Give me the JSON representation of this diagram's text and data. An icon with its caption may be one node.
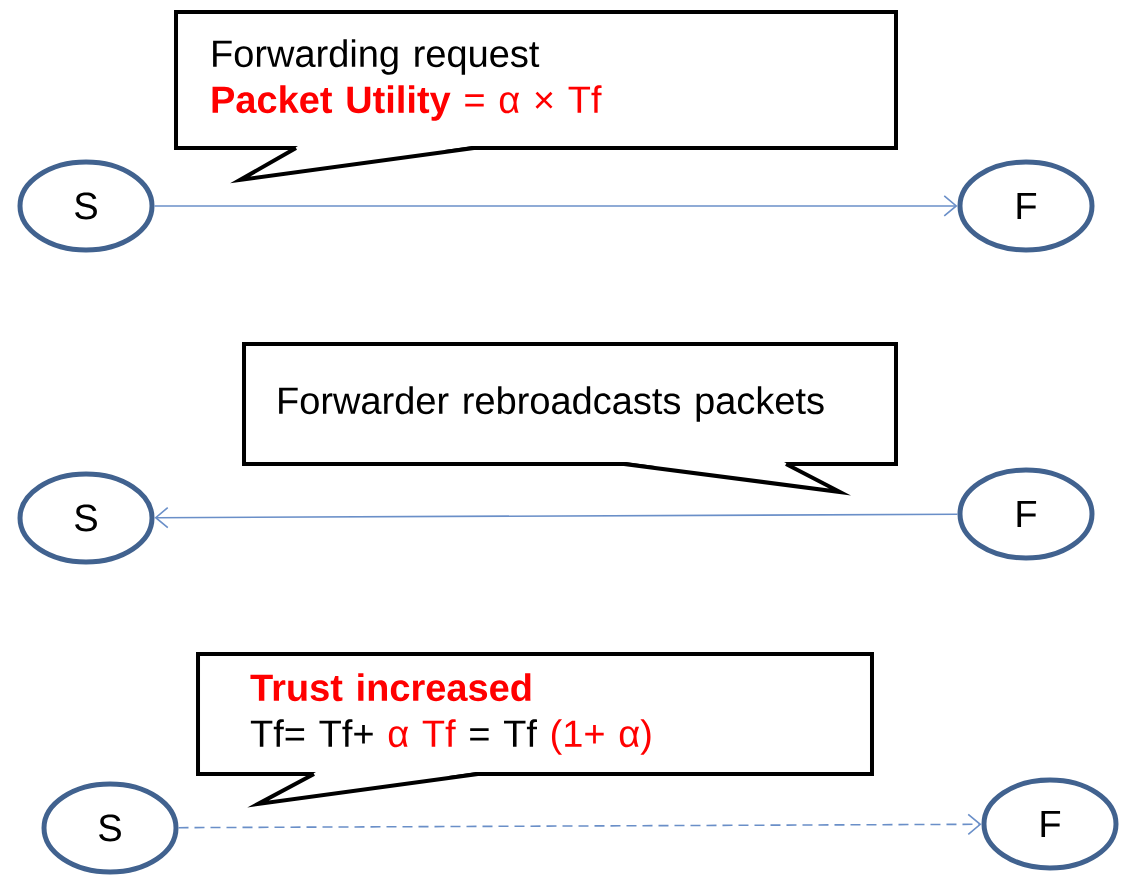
{
  "diagram": {
    "nodes": [
      {
        "text": [
          "Forwarding request",
          "**Packet Utility**  = α × Tf"
        ]
      },
      {
        "text": [
          "S"
        ]
      },
      {
        "text": [
          "F"
        ]
      },
      {
        "text": [
          "Forwarder rebroadcasts packets"
        ]
      },
      {
        "text": [
          "S"
        ]
      },
      {
        "text": [
          "F"
        ]
      },
      {
        "text": [
          "Trust increased",
          "Tf= Tf+",
          "α Tf",
          "= Tf",
          "(1+ α)"
        ]
      },
      {
        "text": [
          "S"
        ]
      },
      {
        "text": [
          "F"
        ]
      }
    ],
    "edges": [
      {
        "from": 1,
        "to": 2,
        "arrow": "to"
      },
      {
        "from": 5,
        "to": 4,
        "arrow": "to"
      },
      {
        "from": 7,
        "to": 8,
        "arrow": "to",
        "style": "dashed"
      }
    ]
  }
}
